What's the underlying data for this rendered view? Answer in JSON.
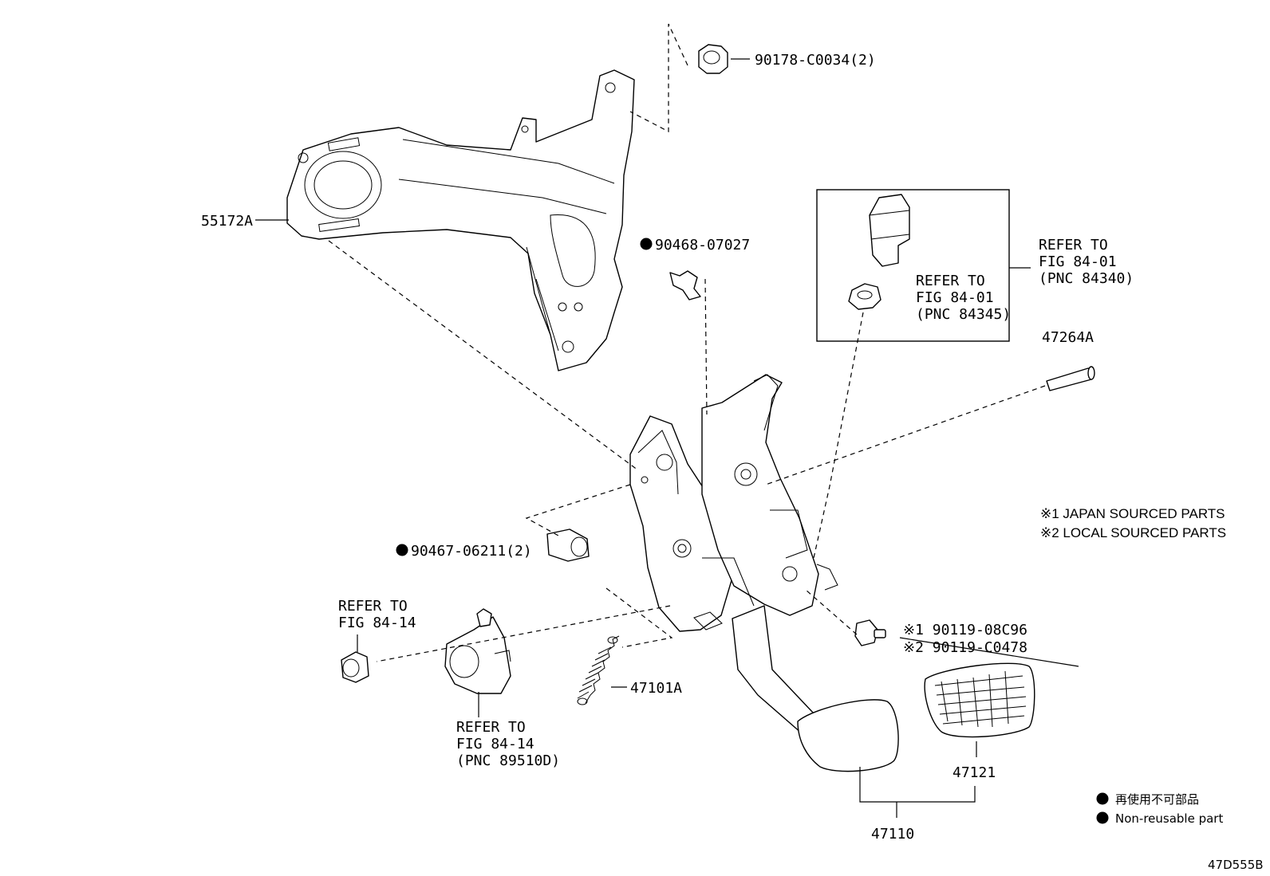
{
  "labels": {
    "nut_90178": "90178-C0034(2)",
    "bracket_55172A": "55172A",
    "clip_90468": "90468-07027",
    "refer_switch": [
      "REFER TO",
      "FIG 84-01",
      "(PNC 84340)"
    ],
    "refer_stopper": [
      "REFER TO",
      "FIG 84-01",
      "(PNC 84345)"
    ],
    "pin_47264A": "47264A",
    "clip_90467": "90467-06211(2)",
    "refer_bushing": [
      "REFER TO",
      "FIG 84-14"
    ],
    "refer_sensor": [
      "REFER TO",
      "FIG 84-14",
      "(PNC 89510D)"
    ],
    "spring_47101A": "47101A",
    "bolt_jp": "※1 90119-08C96",
    "bolt_local": "※2 90119-C0478",
    "pad_47121": "47121",
    "pedal_47110": "47110",
    "figure_code": "47D555B"
  },
  "notes": {
    "japan": "※1 JAPAN SOURCED PARTS",
    "local": "※2 LOCAL SOURCED PARTS"
  },
  "legend": {
    "jp": "再使用不可部品",
    "en": "Non-reusable part"
  }
}
